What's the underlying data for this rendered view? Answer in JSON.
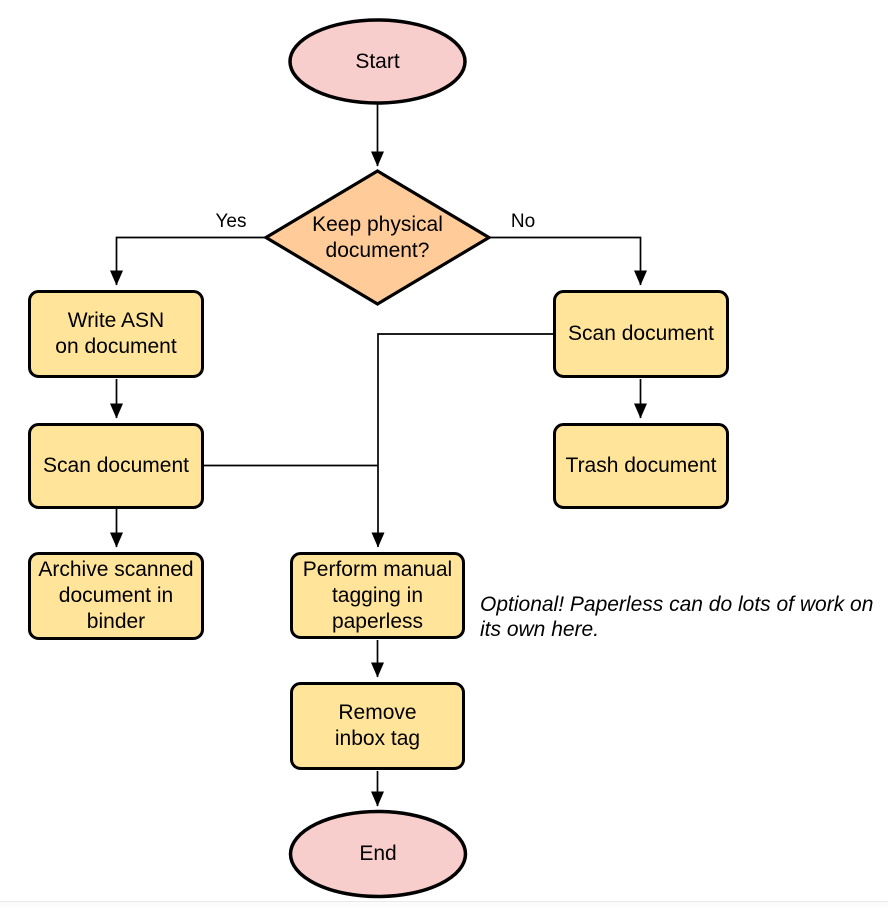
{
  "diagram": {
    "type": "flowchart",
    "nodes": {
      "start": {
        "label": "Start",
        "shape": "ellipse"
      },
      "decision": {
        "label": "Keep physical\ndocument?",
        "shape": "diamond"
      },
      "write_asn": {
        "label": "Write ASN\non document",
        "shape": "rounded-rect"
      },
      "scan_left": {
        "label": "Scan document",
        "shape": "rounded-rect"
      },
      "archive": {
        "label": "Archive scanned\ndocument in\nbinder",
        "shape": "rounded-rect"
      },
      "scan_right": {
        "label": "Scan document",
        "shape": "rounded-rect"
      },
      "trash": {
        "label": "Trash document",
        "shape": "rounded-rect"
      },
      "tagging": {
        "label": "Perform manual\ntagging in\npaperless",
        "shape": "rounded-rect"
      },
      "remove_inbox": {
        "label": "Remove\ninbox tag",
        "shape": "rounded-rect"
      },
      "end": {
        "label": "End",
        "shape": "ellipse"
      }
    },
    "edge_labels": {
      "yes": "Yes",
      "no": "No"
    },
    "annotation": "Optional! Paperless can do lots of work on\nits own here.",
    "colors": {
      "terminal_fill": "#f8cecc",
      "decision_fill": "#ffcc99",
      "process_fill": "#ffe499",
      "stroke": "#000000",
      "connector": "#000000",
      "background": "#ffffff"
    }
  }
}
